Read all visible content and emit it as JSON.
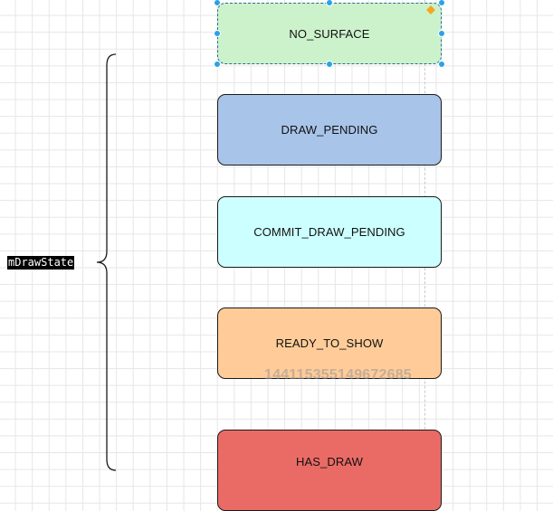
{
  "diagram": {
    "variable_label": "mDrawState",
    "states": [
      {
        "id": "no-surface",
        "label": "NO_SURFACE",
        "fill": "#ccf2cc",
        "selected": true
      },
      {
        "id": "draw-pending",
        "label": "DRAW_PENDING",
        "fill": "#a8c4e8",
        "selected": false
      },
      {
        "id": "commit-draw-pending",
        "label": "COMMIT_DRAW_PENDING",
        "fill": "#ccffff",
        "selected": false
      },
      {
        "id": "ready-to-show",
        "label": "READY_TO_SHOW",
        "fill": "#ffcc99",
        "selected": false
      },
      {
        "id": "has-draw",
        "label": "HAS_DRAW",
        "fill": "#ea6b66",
        "selected": false
      }
    ],
    "watermark": "144115355149672685",
    "colors": {
      "handle": "#29a3e6",
      "rotate_handle": "#f5a623",
      "stroke": "#1a1a1a"
    }
  }
}
